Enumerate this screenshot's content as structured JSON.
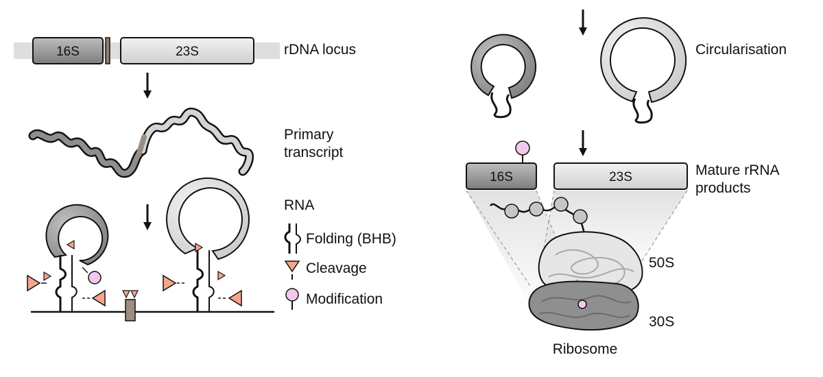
{
  "locus": {
    "seg1": "16S",
    "seg2": "23S",
    "label": "rDNA locus"
  },
  "primary": {
    "line1": "Primary",
    "line2": "transcript"
  },
  "legend": {
    "title": "RNA",
    "folding": "Folding (BHB)",
    "cleavage": "Cleavage",
    "modification": "Modification"
  },
  "circ": {
    "label": "Circularisation"
  },
  "mature": {
    "seg1": "16S",
    "seg2": "23S",
    "line1": "Mature rRNA",
    "line2": "products"
  },
  "ribosome": {
    "large": "50S",
    "small": "30S",
    "label": "Ribosome"
  },
  "colors": {
    "dark_gray": "#8f8f8f",
    "light_gray": "#e2e2e2",
    "cleavage": "#f6a58c",
    "modification": "#f3c8ee",
    "linker": "#9c8d80"
  }
}
